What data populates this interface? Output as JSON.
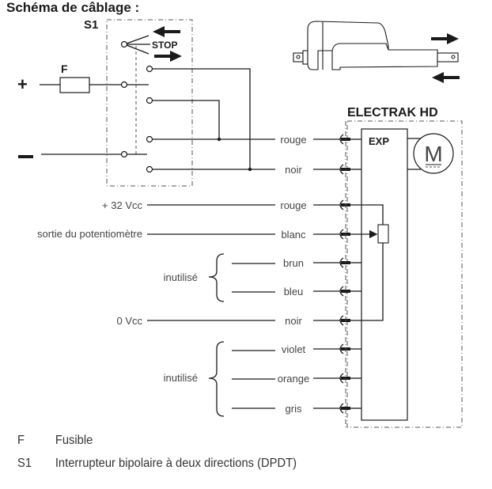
{
  "title": "Schéma de câblage :",
  "switch": {
    "label": "S1",
    "stop_label": "STOP"
  },
  "fuse_label": "F",
  "power": {
    "plus": "+",
    "minus": "−"
  },
  "actuator": {
    "title": "ELECTRAK HD",
    "module_label": "EXP",
    "motor_label": "M"
  },
  "wires": [
    {
      "color": "rouge",
      "source": "S1"
    },
    {
      "color": "noir",
      "source": "S1"
    },
    {
      "color": "rouge",
      "source": "+ 32 Vcc"
    },
    {
      "color": "blanc",
      "source": "sortie du potentiomètre"
    },
    {
      "color": "brun",
      "source": "inutilisé"
    },
    {
      "color": "bleu",
      "source": "inutilisé"
    },
    {
      "color": "noir",
      "source": "0 Vcc"
    },
    {
      "color": "violet",
      "source": "inutilisé"
    },
    {
      "color": "orange",
      "source": "inutilisé"
    },
    {
      "color": "gris",
      "source": "inutilisé"
    }
  ],
  "signal_labels": {
    "v32": "+ 32 Vcc",
    "pot_out": "sortie du potentiomètre",
    "unused1": "inutilisé",
    "v0": "0 Vcc",
    "unused2": "inutilisé"
  },
  "legend": [
    {
      "key": "F",
      "text": "Fusible"
    },
    {
      "key": "S1",
      "text": "Interrupteur bipolaire à deux directions (DPDT)"
    }
  ]
}
